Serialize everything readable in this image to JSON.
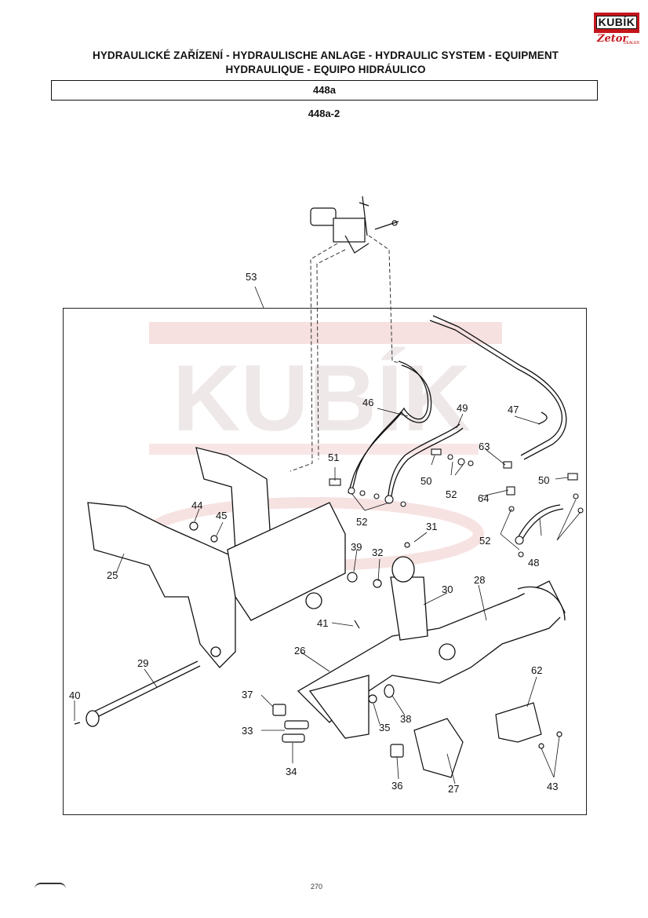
{
  "header": {
    "title_line1": "HYDRAULICKÉ ZAŘÍZENÍ - HYDRAULISCHE ANLAGE - HYDRAULIC SYSTEM - EQUIPMENT",
    "title_line2": "HYDRAULIQUE - EQUIPO HIDRÁULICO",
    "group_code": "448a",
    "figure_code": "448a-2"
  },
  "logo": {
    "brand_top": "KUBÍK",
    "brand_bottom": "Zetor",
    "dealer": "DEALER"
  },
  "watermark": {
    "text": "KUBÍK",
    "color": "#e8b4b4"
  },
  "colors": {
    "line": "#111111",
    "accent": "#c4161c"
  },
  "callouts": [
    "53",
    "46",
    "49",
    "47",
    "51",
    "50",
    "52",
    "63",
    "64",
    "50",
    "52",
    "48",
    "52",
    "44",
    "45",
    "31",
    "39",
    "32",
    "30",
    "28",
    "25",
    "41",
    "26",
    "29",
    "40",
    "37",
    "33",
    "35",
    "38",
    "62",
    "34",
    "36",
    "27",
    "43"
  ],
  "footer": {
    "page": "270"
  }
}
